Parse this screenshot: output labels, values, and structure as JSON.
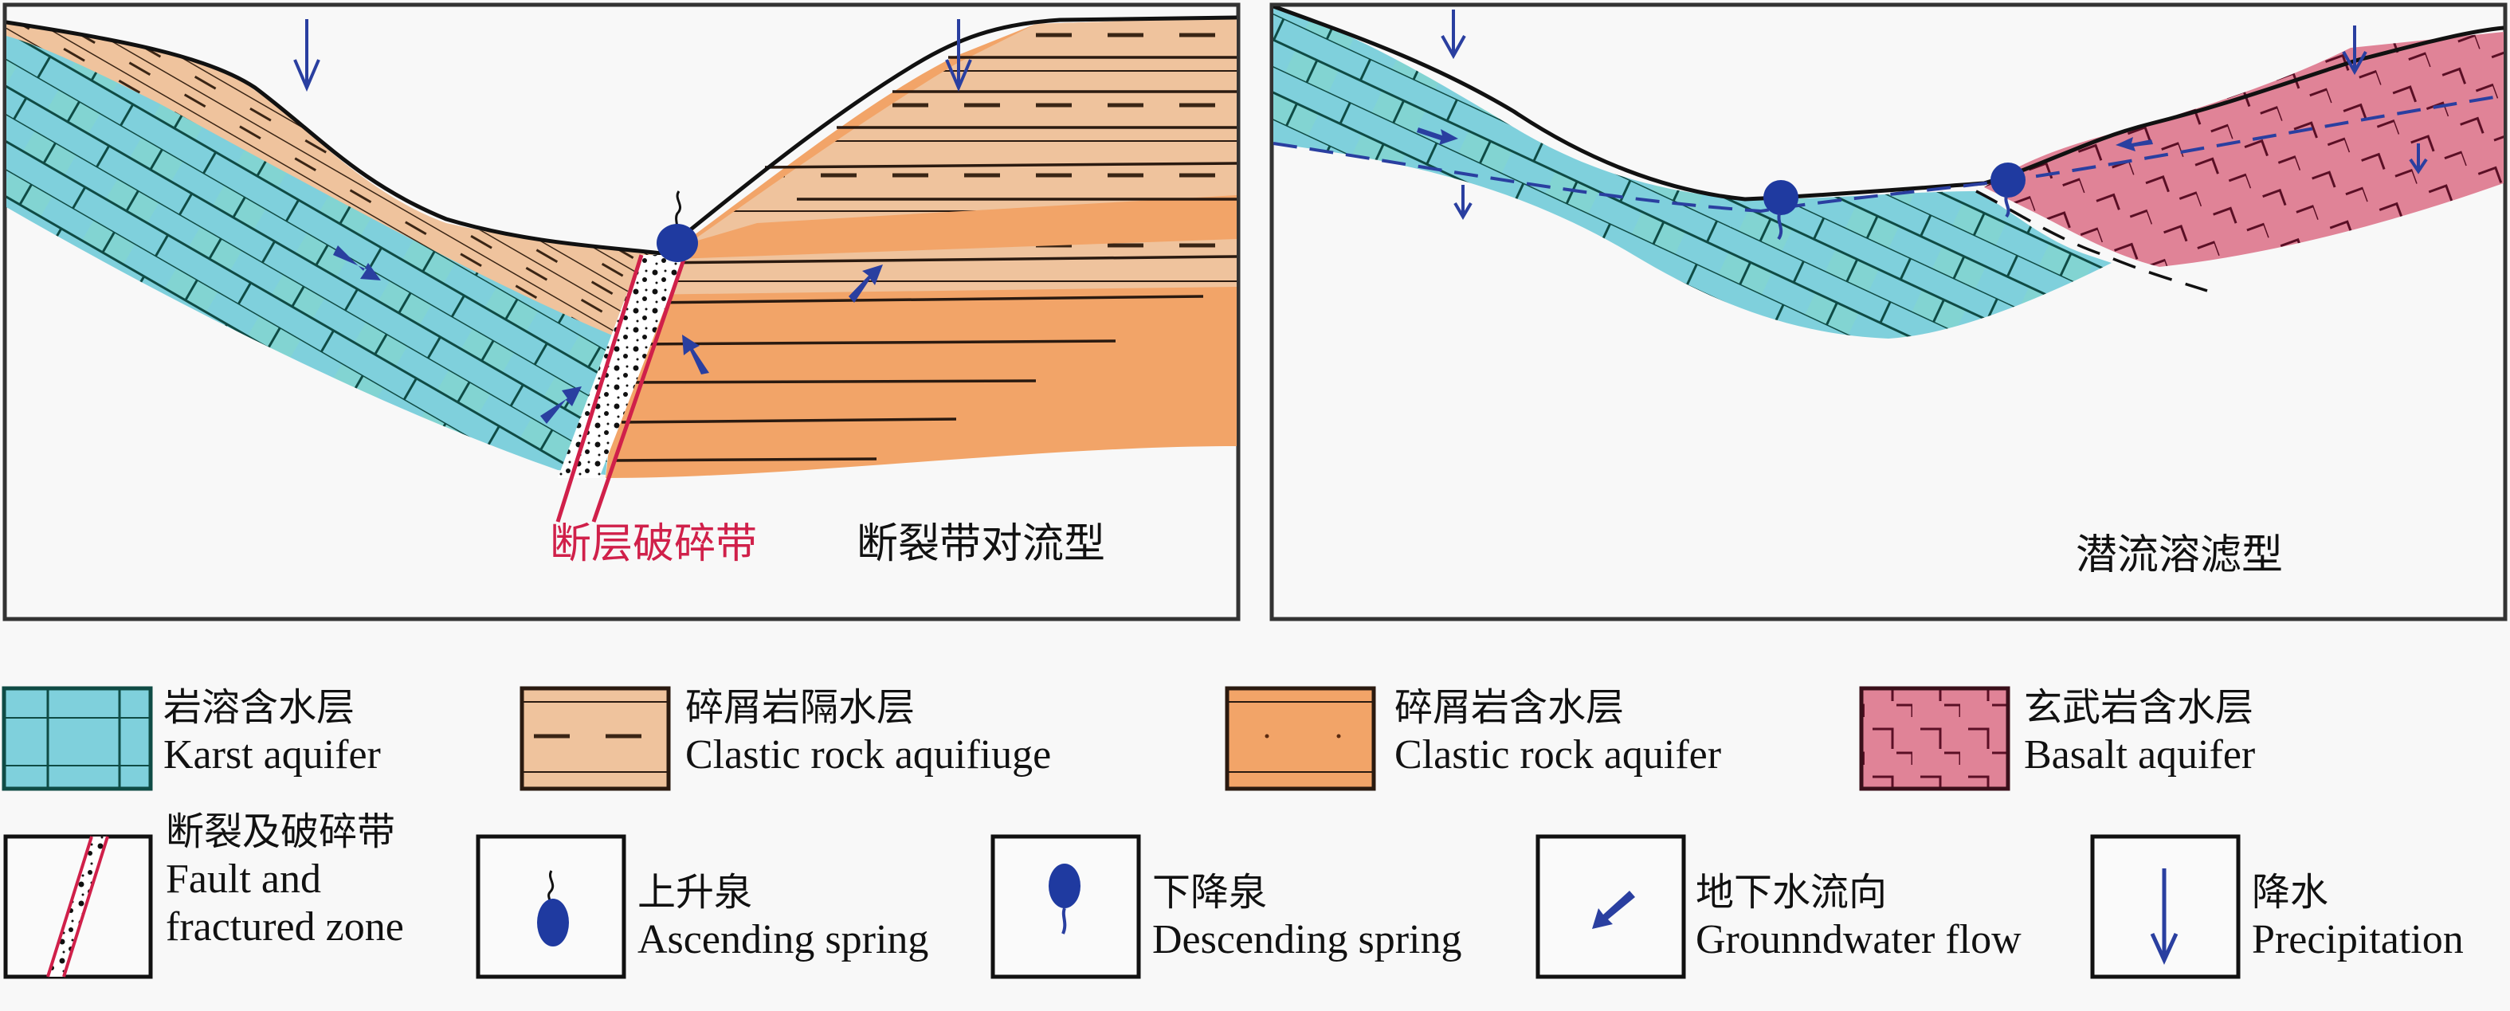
{
  "panels": [
    {
      "id": "left",
      "title": "断裂带对流型",
      "annotation": "断层破碎带",
      "annotation_color": "#d0204a"
    },
    {
      "id": "right",
      "title": "潜流溶滤型"
    }
  ],
  "colors": {
    "karst": "#7fd0dc",
    "karst_line": "#0f4b45",
    "aquifuge": "#efc39d",
    "clastic_aquifer": "#f2a468",
    "basalt": "#e08397",
    "basalt_line": "#5a0f25",
    "water_blue": "#2a3fa0",
    "fault_red": "#d0204a",
    "frame": "#333333"
  },
  "legend": {
    "row1": [
      {
        "icon": "karst-aquifer-swatch",
        "zh": "岩溶含水层",
        "en": "Karst aquifer"
      },
      {
        "icon": "clastic-aquifuge-swatch",
        "zh": "碎屑岩隔水层",
        "en": "Clastic rock aquifiuge"
      },
      {
        "icon": "clastic-aquifer-swatch",
        "zh": "碎屑岩含水层",
        "en": "Clastic rock aquifer"
      },
      {
        "icon": "basalt-aquifer-swatch",
        "zh": "玄武岩含水层",
        "en": "Basalt aquifer"
      }
    ],
    "row2": [
      {
        "icon": "fault-zone-icon",
        "zh": "断裂及破碎带",
        "en": "Fault and",
        "en2": "fractured zone"
      },
      {
        "icon": "ascending-spring-icon",
        "zh": "上升泉",
        "en": "Ascending spring"
      },
      {
        "icon": "descending-spring-icon",
        "zh": "下降泉",
        "en": "Descending spring"
      },
      {
        "icon": "groundwater-flow-icon",
        "zh": "地下水流向",
        "en": "Grounndwater flow"
      },
      {
        "icon": "precipitation-icon",
        "zh": "降水",
        "en": "Precipitation"
      }
    ]
  }
}
